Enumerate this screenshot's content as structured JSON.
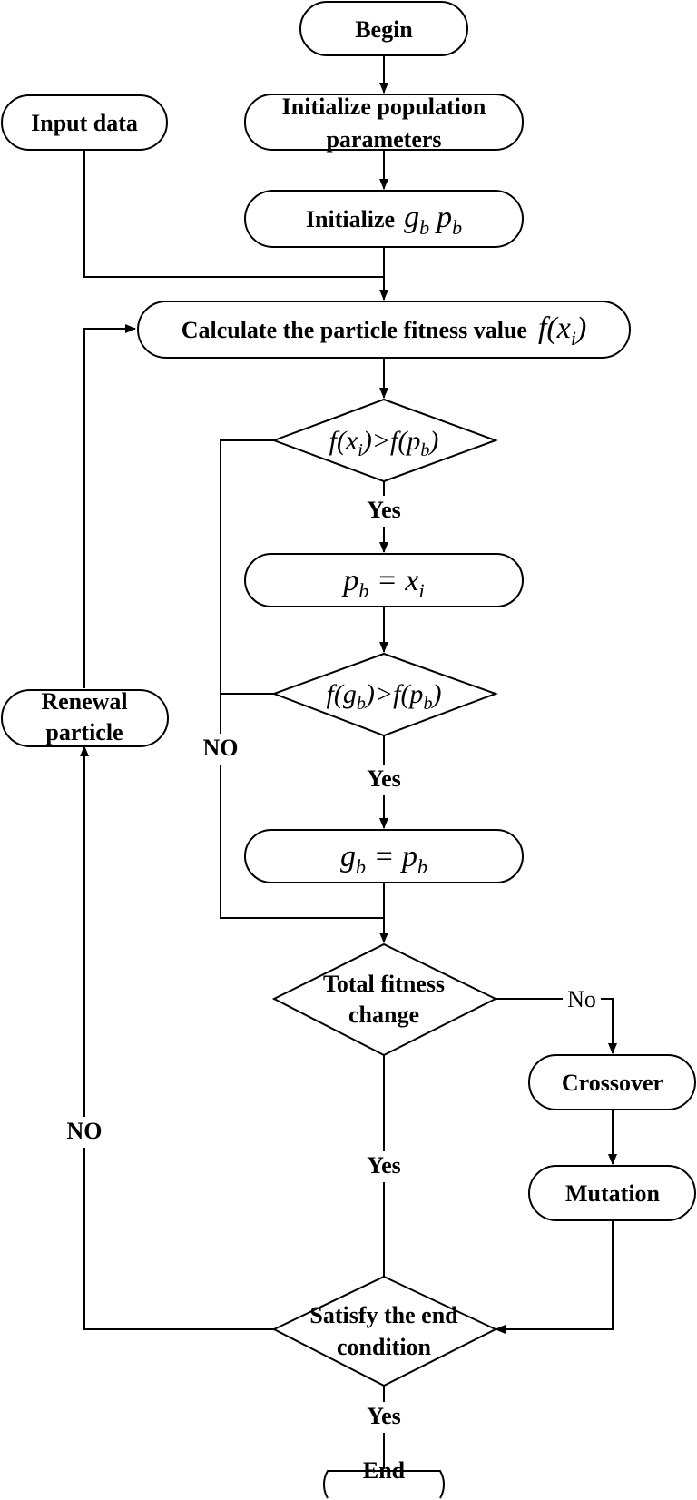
{
  "nodes": {
    "begin": "Begin",
    "input_data": "Input data",
    "init_pop_line1": "Initialize population",
    "init_pop_line2": "parameters",
    "init_gp_prefix": "Initialize",
    "init_gp_math": "g_b p_b",
    "calc_fitness_text": "Calculate the particle fitness value",
    "calc_fitness_math": "f(x_i)",
    "cond_1": "f(x_i)>f(p_b)",
    "assign_pb": "p_b = x_i",
    "cond_2": "f(g_b)>f(p_b)",
    "assign_gb": "g_b = p_b",
    "total_fitness_line1": "Total fitness",
    "total_fitness_line2": "change",
    "crossover": "Crossover",
    "mutation": "Mutation",
    "satisfy_line1": "Satisfy the end",
    "satisfy_line2": "condition",
    "renewal_line1": "Renewal",
    "renewal_line2": "particle",
    "end": "End"
  },
  "edge_labels": {
    "yes_1": "Yes",
    "yes_2": "Yes",
    "no_inner": "NO",
    "no_to_crossover": "No",
    "yes_to_satisfy": "Yes",
    "no_outer": "NO",
    "yes_to_end": "Yes"
  }
}
